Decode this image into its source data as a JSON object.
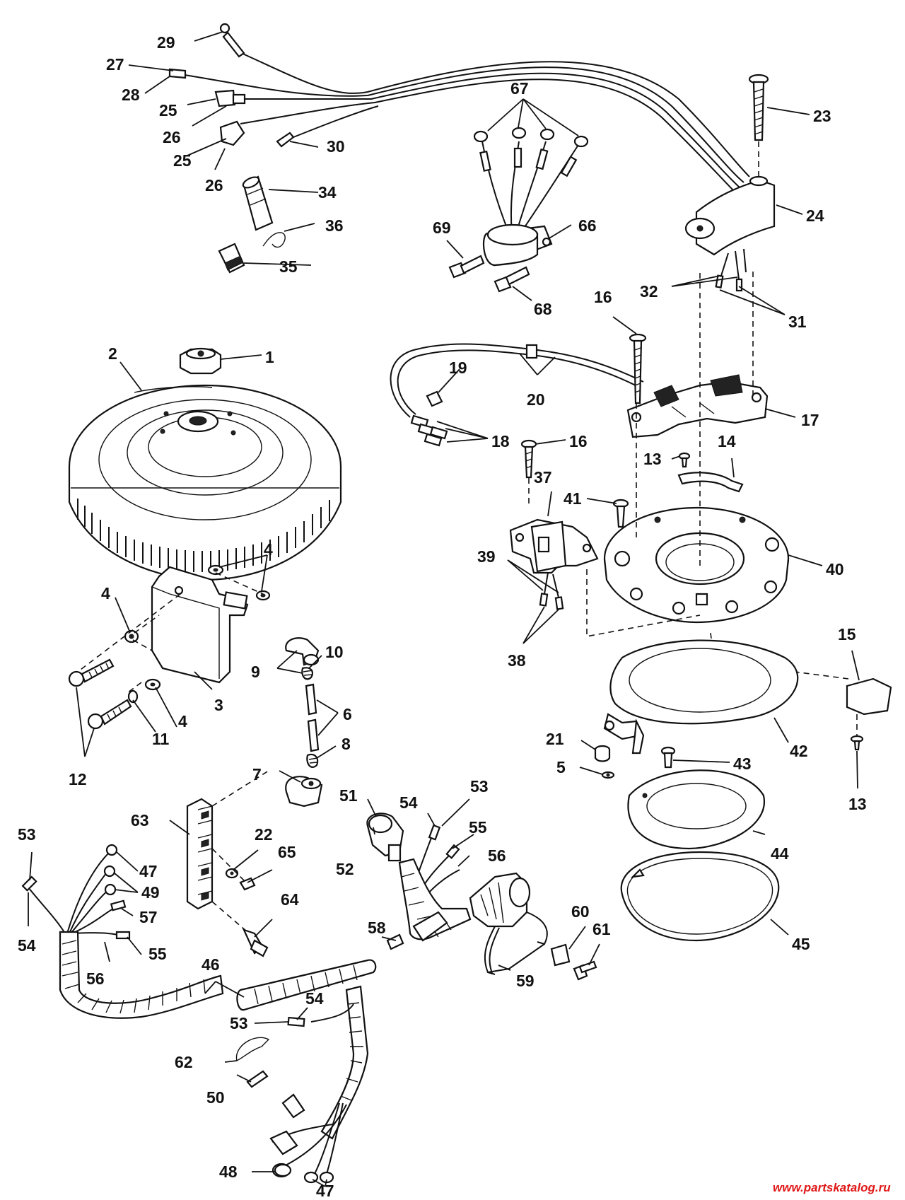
{
  "diagram": {
    "callouts": [
      {
        "id": "c29",
        "label": "29"
      },
      {
        "id": "c27",
        "label": "27"
      },
      {
        "id": "c28",
        "label": "28"
      },
      {
        "id": "c25a",
        "label": "25"
      },
      {
        "id": "c26a",
        "label": "26"
      },
      {
        "id": "c25b",
        "label": "25"
      },
      {
        "id": "c26b",
        "label": "26"
      },
      {
        "id": "c30",
        "label": "30"
      },
      {
        "id": "c34",
        "label": "34"
      },
      {
        "id": "c36",
        "label": "36"
      },
      {
        "id": "c35",
        "label": "35"
      },
      {
        "id": "c67",
        "label": "67"
      },
      {
        "id": "c69",
        "label": "69"
      },
      {
        "id": "c66",
        "label": "66"
      },
      {
        "id": "c68",
        "label": "68"
      },
      {
        "id": "c23",
        "label": "23"
      },
      {
        "id": "c24",
        "label": "24"
      },
      {
        "id": "c32",
        "label": "32"
      },
      {
        "id": "c31",
        "label": "31"
      },
      {
        "id": "c16a",
        "label": "16"
      },
      {
        "id": "c2",
        "label": "2"
      },
      {
        "id": "c1",
        "label": "1"
      },
      {
        "id": "c19",
        "label": "19"
      },
      {
        "id": "c20",
        "label": "20"
      },
      {
        "id": "c17",
        "label": "17"
      },
      {
        "id": "c18",
        "label": "18"
      },
      {
        "id": "c16b",
        "label": "16"
      },
      {
        "id": "c13a",
        "label": "13"
      },
      {
        "id": "c14",
        "label": "14"
      },
      {
        "id": "c37",
        "label": "37"
      },
      {
        "id": "c41",
        "label": "41"
      },
      {
        "id": "c39",
        "label": "39"
      },
      {
        "id": "c40",
        "label": "40"
      },
      {
        "id": "c38",
        "label": "38"
      },
      {
        "id": "c4a",
        "label": "4"
      },
      {
        "id": "c4b",
        "label": "4"
      },
      {
        "id": "c4c",
        "label": "4"
      },
      {
        "id": "c10",
        "label": "10"
      },
      {
        "id": "c9",
        "label": "9"
      },
      {
        "id": "c3",
        "label": "3"
      },
      {
        "id": "c6",
        "label": "6"
      },
      {
        "id": "c11",
        "label": "11"
      },
      {
        "id": "c12",
        "label": "12"
      },
      {
        "id": "c8",
        "label": "8"
      },
      {
        "id": "c7",
        "label": "7"
      },
      {
        "id": "c15",
        "label": "15"
      },
      {
        "id": "c42",
        "label": "42"
      },
      {
        "id": "c21",
        "label": "21"
      },
      {
        "id": "c5",
        "label": "5"
      },
      {
        "id": "c43",
        "label": "43"
      },
      {
        "id": "c13b",
        "label": "13"
      },
      {
        "id": "c44",
        "label": "44"
      },
      {
        "id": "c45",
        "label": "45"
      },
      {
        "id": "c51",
        "label": "51"
      },
      {
        "id": "c54a",
        "label": "54"
      },
      {
        "id": "c53a",
        "label": "53"
      },
      {
        "id": "c55a",
        "label": "55"
      },
      {
        "id": "c52",
        "label": "52"
      },
      {
        "id": "c56a",
        "label": "56"
      },
      {
        "id": "c63",
        "label": "63"
      },
      {
        "id": "c22",
        "label": "22"
      },
      {
        "id": "c65",
        "label": "65"
      },
      {
        "id": "c53b",
        "label": "53"
      },
      {
        "id": "c47a",
        "label": "47"
      },
      {
        "id": "c49",
        "label": "49"
      },
      {
        "id": "c57",
        "label": "57"
      },
      {
        "id": "c64",
        "label": "64"
      },
      {
        "id": "c54b",
        "label": "54"
      },
      {
        "id": "c55b",
        "label": "55"
      },
      {
        "id": "c56b",
        "label": "56"
      },
      {
        "id": "c58",
        "label": "58"
      },
      {
        "id": "c60",
        "label": "60"
      },
      {
        "id": "c61",
        "label": "61"
      },
      {
        "id": "c59",
        "label": "59"
      },
      {
        "id": "c46",
        "label": "46"
      },
      {
        "id": "c54c",
        "label": "54"
      },
      {
        "id": "c53c",
        "label": "53"
      },
      {
        "id": "c62",
        "label": "62"
      },
      {
        "id": "c50",
        "label": "50"
      },
      {
        "id": "c48",
        "label": "48"
      },
      {
        "id": "c47b",
        "label": "47"
      }
    ]
  },
  "watermark": "www.partskatalog.ru"
}
